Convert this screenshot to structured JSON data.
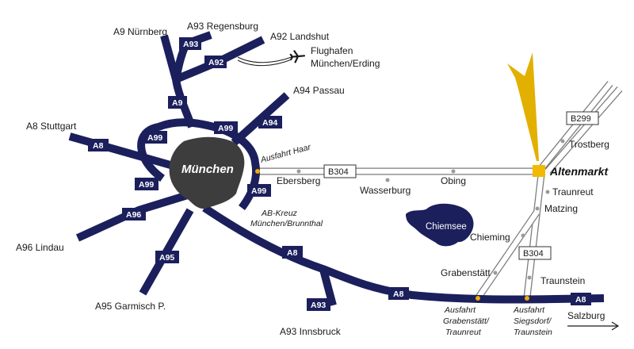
{
  "colors": {
    "autobahn": "#1b1f5c",
    "bundesstrasse_fill": "#ffffff",
    "bundesstrasse_edge": "#7a7a7a",
    "city": "#3d3d3d",
    "lake": "#1b1f5c",
    "destination": "#f2b900",
    "exit_dot": "#f2a900",
    "town_dot": "#9a9a9a",
    "text": "#1a1a1a"
  },
  "icons": {
    "airport": "airplane-icon",
    "destination_pointer": "arrow-pointer-icon",
    "direction": "arrow-right-icon"
  },
  "city": {
    "name": "München"
  },
  "destination": {
    "name": "Altenmarkt"
  },
  "lake": {
    "name": "Chiemsee"
  },
  "autobahn_shields": {
    "a93_north": "A93",
    "a92": "A92",
    "a9": "A9",
    "a99_north": "A99",
    "a94": "A94",
    "a8_west": "A8",
    "a99_northwest": "A99",
    "a99_west": "A99",
    "a99_east": "A99",
    "a96": "A96",
    "a95": "A95",
    "a8_southeast": "A8",
    "a93_south": "A93",
    "a8_south": "A8",
    "a8_east": "A8"
  },
  "road_ends": {
    "a9": "A9 Nürnberg",
    "a93_north": "A93 Regensburg",
    "a92": "A92 Landshut",
    "a94": "A94 Passau",
    "a8_west": "A8 Stuttgart",
    "a96": "A96 Lindau",
    "a95": "A95 Garmisch P.",
    "a93_south": "A93 Innsbruck",
    "a8_east": "Salzburg"
  },
  "airport": {
    "line1": "Flughafen",
    "line2": "München/Erding"
  },
  "bundesstrasse_shields": {
    "b304_main": "B304",
    "b299": "B299",
    "b304_south": "B304"
  },
  "exits": {
    "haar": "Ausfahrt Haar",
    "kreuz_line1": "AB-Kreuz",
    "kreuz_line2": "München/Brunnthal",
    "grabenstaett_line1": "Ausfahrt",
    "grabenstaett_line2": "Grabenstätt/",
    "grabenstaett_line3": "Traunreut",
    "siegsdorf_line1": "Ausfahrt",
    "siegsdorf_line2": "Siegsdorf/",
    "siegsdorf_line3": "Traunstein"
  },
  "towns": {
    "ebersberg": "Ebersberg",
    "wasserburg": "Wasserburg",
    "obing": "Obing",
    "trostberg": "Trostberg",
    "traunreut": "Traunreut",
    "matzing": "Matzing",
    "chieming": "Chieming",
    "grabenstaett": "Grabenstätt",
    "traunstein": "Traunstein"
  }
}
